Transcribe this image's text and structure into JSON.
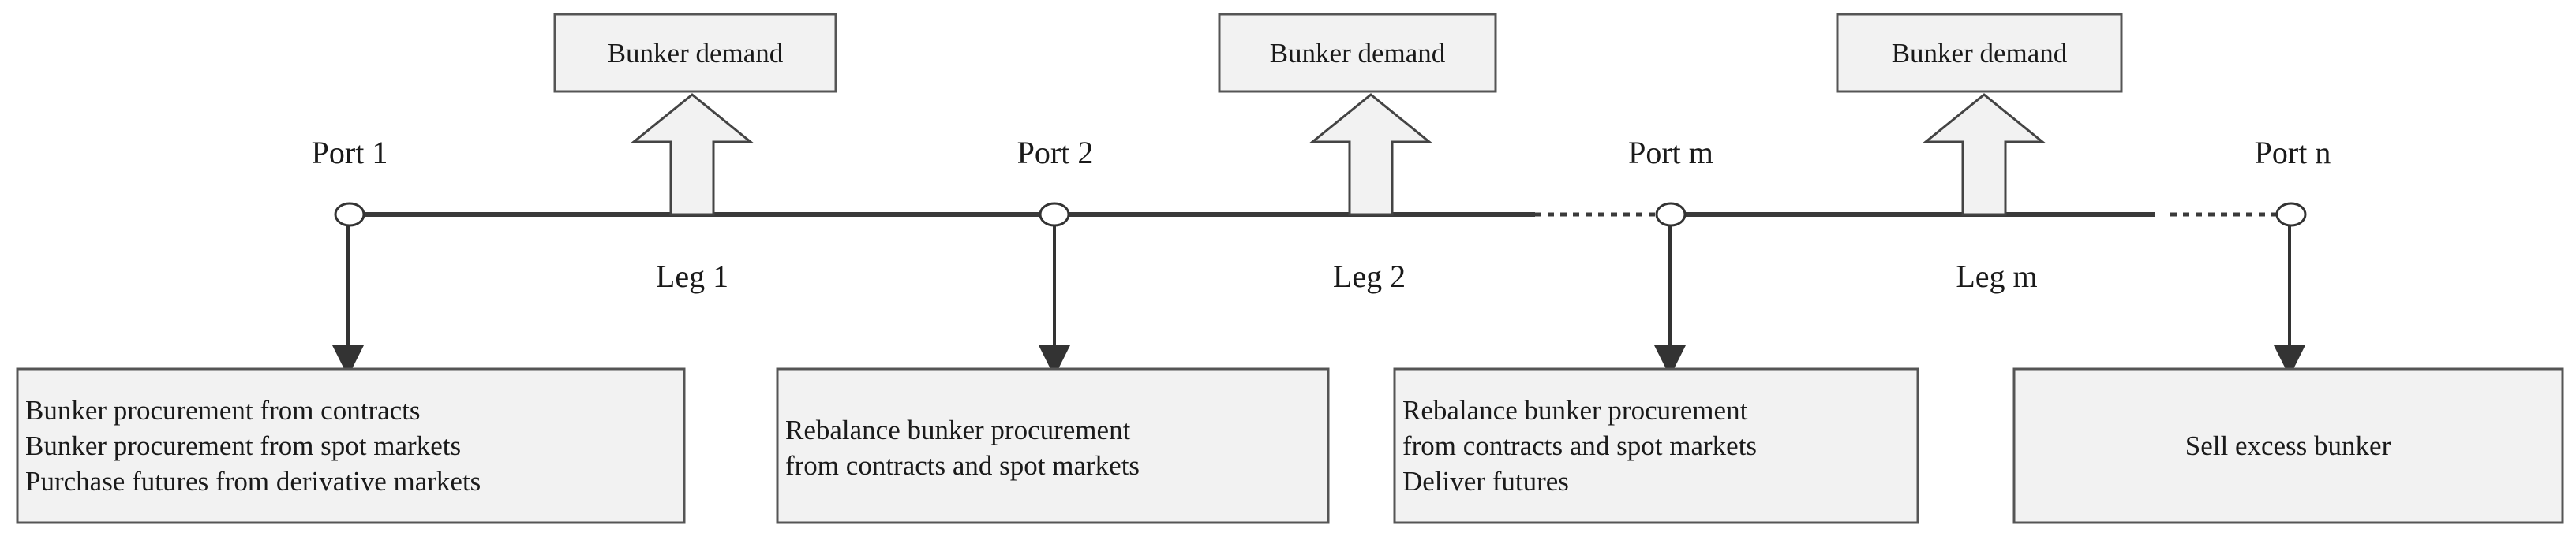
{
  "demand_boxes": [
    {
      "label": "Bunker demand"
    },
    {
      "label": "Bunker demand"
    },
    {
      "label": "Bunker demand"
    }
  ],
  "ports": [
    {
      "label": "Port 1"
    },
    {
      "label": "Port 2"
    },
    {
      "label": "Port m"
    },
    {
      "label": "Port n"
    }
  ],
  "legs": [
    {
      "label": "Leg 1"
    },
    {
      "label": "Leg 2"
    },
    {
      "label": "Leg m"
    }
  ],
  "action_boxes": [
    {
      "lines": [
        "Bunker procurement from contracts",
        "Bunker procurement from spot markets",
        "Purchase futures from derivative markets"
      ]
    },
    {
      "lines": [
        "Rebalance bunker procurement",
        "from contracts and spot markets"
      ]
    },
    {
      "lines": [
        "Rebalance bunker procurement",
        "from contracts and spot markets",
        "Deliver futures"
      ]
    },
    {
      "lines": [
        "Sell excess bunker"
      ]
    }
  ]
}
